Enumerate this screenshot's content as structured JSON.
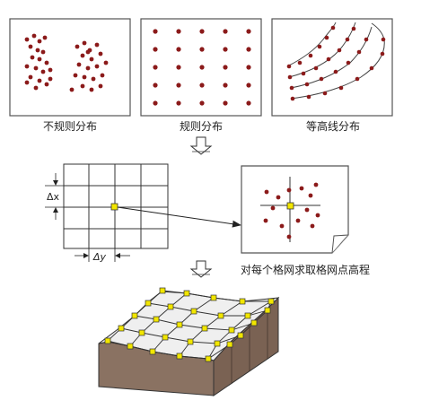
{
  "labels": {
    "irregular": "不规则分布",
    "regular": "规则分布",
    "contour": "等高线分布",
    "grid_caption": "对每个格网求取格网点高程",
    "dx": "Δx",
    "dy": "Δy"
  },
  "colors": {
    "point": "#8b1a1a",
    "node": "#f2e600",
    "panel_border": "#555555",
    "panel_fill": "#ffffff",
    "grid_line": "#333333",
    "surface_top": "#efefef",
    "surface_side": "#8a7262",
    "arrow_fill": "#ffffff"
  }
}
